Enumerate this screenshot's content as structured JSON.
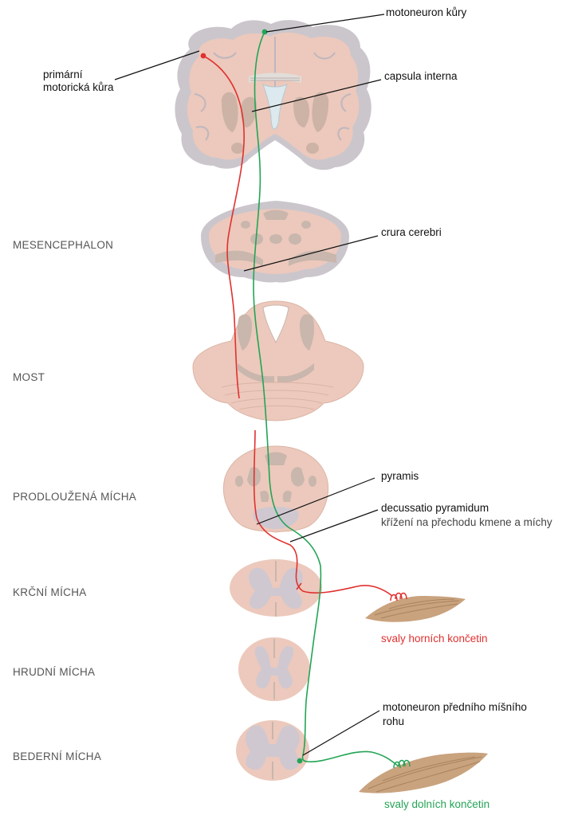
{
  "colors": {
    "tissue": "#ecc9bc",
    "cortex_rim": "#cbc6cc",
    "gray_matter": "#c9b6ad",
    "spinal_gray": "#cfc8d0",
    "tract_red": "#e0312f",
    "tract_green": "#23a455",
    "muscle": "#c9a27e",
    "text": "#111111"
  },
  "levels": {
    "mesencephalon": "MESENCEPHALON",
    "most": "MOST",
    "medulla": "PRODLOUŽENÁ MÍCHA",
    "cervical": "KRČNÍ MÍCHA",
    "thoracic": "HRUDNÍ MÍCHA",
    "lumbar": "BEDERNÍ MÍCHA"
  },
  "callouts": {
    "cortex_motoneuron": "motoneuron kůry",
    "primary_motor_line1": "primární",
    "primary_motor_line2": "motorická kůra",
    "capsula_interna": "capsula interna",
    "crura_cerebri": "crura cerebri",
    "pyramis": "pyramis",
    "decussatio": "decussatio pyramidum",
    "decussatio_sub": "křížení na přechodu kmene a míchy",
    "anterior_horn_line1": "motoneuron předního míšního",
    "anterior_horn_line2": "rohu"
  },
  "muscles": {
    "upper": "svaly horních končetin",
    "lower": "svaly dolních končetin"
  }
}
